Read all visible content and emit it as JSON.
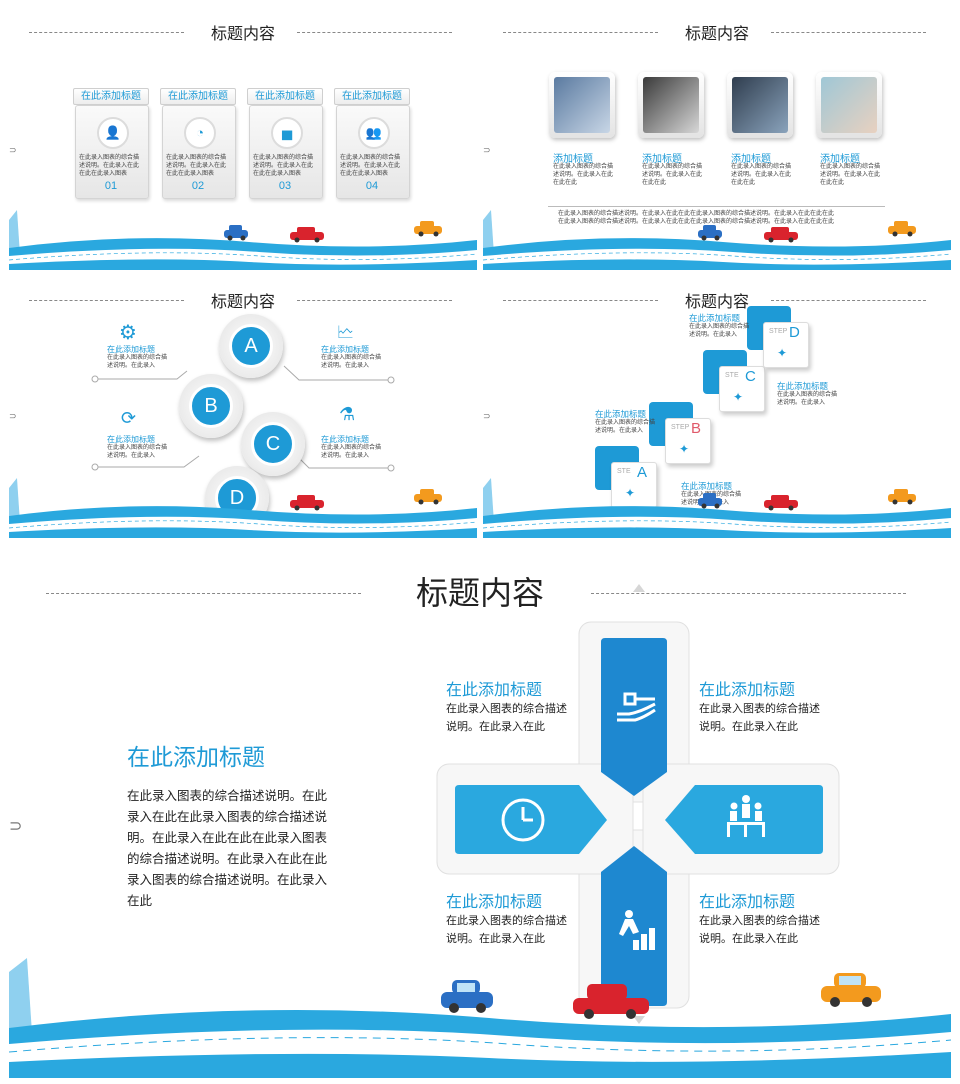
{
  "title": "标题内容",
  "add_title": "在此添加标题",
  "desc_short": "在此录入图表的综合描述说明。在此录入在此在此在此录入图表",
  "desc_two": "在此录入图表的综合描述说明。在此录入在此",
  "desc_three": "在此录入图表的综合描述说明。在此录入",
  "slide1": {
    "cards": [
      {
        "label": "在此添加标题",
        "num": "01",
        "icon": "user-icon"
      },
      {
        "label": "在此添加标题",
        "num": "02",
        "icon": "pie-chart-icon"
      },
      {
        "label": "在此添加标题",
        "num": "03",
        "icon": "bar-chart-icon"
      },
      {
        "label": "在此添加标题",
        "num": "04",
        "icon": "team-icon"
      }
    ]
  },
  "slide2": {
    "items": [
      {
        "label": "添加标题",
        "desc": "在此录入图表的综合描述说明。在此录入在此在此在此"
      },
      {
        "label": "添加标题",
        "desc": "在此录入图表的综合描述说明。在此录入在此在此在此"
      },
      {
        "label": "添加标题",
        "desc": "在此录入图表的综合描述说明。在此录入在此在此在此"
      },
      {
        "label": "添加标题",
        "desc": "在此录入图表的综合描述说明。在此录入在此在此在此"
      }
    ],
    "footer_line1": "在此录入图表的综合描述说明。在此录入在此在此在此录入图表的综合描述说明。在此录入在此在此在此",
    "footer_line2": "在此录入图表的综合描述说明。在此录入在此在此在此录入图表的综合描述说明。在此录入在此在此在此"
  },
  "slide3": {
    "letters": [
      "A",
      "B",
      "C",
      "D"
    ],
    "items": [
      {
        "label": "在此添加标题",
        "desc": "在此录入图表的综合描述说明。在此录入"
      },
      {
        "label": "在此添加标题",
        "desc": "在此录入图表的综合描述说明。在此录入"
      },
      {
        "label": "在此添加标题",
        "desc": "在此录入图表的综合描述说明。在此录入"
      },
      {
        "label": "在此添加标题",
        "desc": "在此录入图表的综合描述说明。在此录入"
      }
    ]
  },
  "slide4": {
    "step_word": "STEP",
    "step_short": "STE",
    "letters": [
      "A",
      "B",
      "C",
      "D"
    ],
    "items": [
      {
        "label": "在此添加标题",
        "desc": "在此录入图表的综合描述说明。在此录入"
      },
      {
        "label": "在此添加标题",
        "desc": "在此录入图表的综合描述说明。在此录入"
      },
      {
        "label": "在此添加标题",
        "desc": "在此录入图表的综合描述说明。在此录入"
      },
      {
        "label": "在此添加标题",
        "desc": "在此录入图表的综合描述说明。在此录入"
      }
    ]
  },
  "slide5": {
    "main_title": "在此添加标题",
    "main_desc": "在此录入图表的综合描述说明。在此录入在此在此录入图表的综合描述说明。在此录入在此在此在此录入图表的综合描述说明。在此录入在此在此录入图表的综合描述说明。在此录入在此",
    "quadrants": [
      {
        "label": "在此添加标题",
        "desc": "在此录入图表的综合描述说明。在此录入在此"
      },
      {
        "label": "在此添加标题",
        "desc": "在此录入图表的综合描述说明。在此录入在此"
      },
      {
        "label": "在此添加标题",
        "desc": "在此录入图表的综合描述说明。在此录入在此"
      },
      {
        "label": "在此添加标题",
        "desc": "在此录入图表的综合描述说明。在此录入在此"
      }
    ]
  },
  "colors": {
    "accent": "#1e9ad6",
    "road": "#2aa8df",
    "car_red": "#d9232d",
    "car_blue": "#2b6fc4",
    "car_orange": "#f39a1e"
  }
}
